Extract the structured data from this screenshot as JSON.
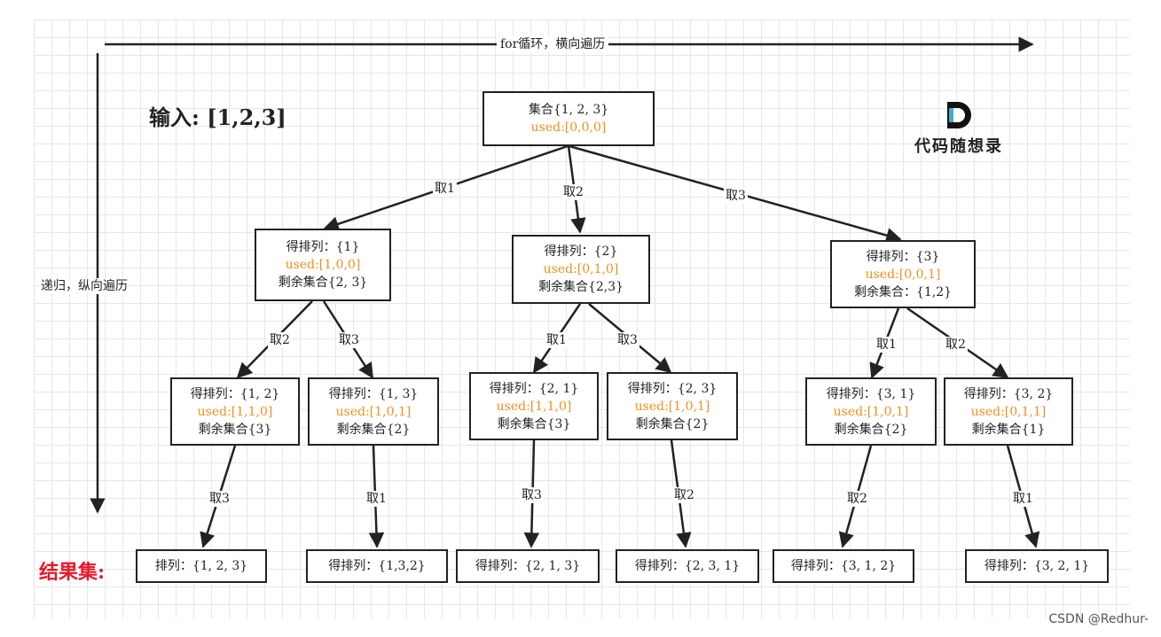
{
  "title": {
    "input_label": "输入: [1,2,3]",
    "result_label": "结果集:"
  },
  "axes": {
    "horizontal": "for循环，横向遍历",
    "vertical": "递归，纵向遍历"
  },
  "logo": {
    "text": "代码随想录",
    "colors": {
      "dark": "#111111",
      "teal": "#3fb0c9"
    }
  },
  "watermark": "CSDN @Redhur-",
  "colors": {
    "used": "#f0901f",
    "result_label": "#e8182b",
    "line": "#222222"
  },
  "nodes": {
    "root": {
      "line1": "集合{1, 2, 3}",
      "used": "used:[0,0,0]"
    },
    "l1_1": {
      "line1": "得排列：{1}",
      "used": "used:[1,0,0]",
      "line3": "剩余集合{2, 3}"
    },
    "l1_2": {
      "line1": "得排列：{2}",
      "used": "used:[0,1,0]",
      "line3": "剩余集合{2,3}"
    },
    "l1_3": {
      "line1": "得排列：{3}",
      "used": "used:[0,0,1]",
      "line3": "剩余集合：{1,2}"
    },
    "l2_12": {
      "line1": "得排列：{1, 2}",
      "used": "used:[1,1,0]",
      "line3": "剩余集合{3}"
    },
    "l2_13": {
      "line1": "得排列：{1, 3}",
      "used": "used:[1,0,1]",
      "line3": "剩余集合{2}"
    },
    "l2_21": {
      "line1": "得排列：{2, 1}",
      "used": "used:[1,1,0]",
      "line3": "剩余集合{3}"
    },
    "l2_23": {
      "line1": "得排列：{2, 3}",
      "used": "used:[1,0,1]",
      "line3": "剩余集合{2}"
    },
    "l2_31": {
      "line1": "得排列：{3, 1}",
      "used": "used:[1,0,1]",
      "line3": "剩余集合{2}"
    },
    "l2_32": {
      "line1": "得排列：{3, 2}",
      "used": "used:[0,1,1]",
      "line3": "剩余集合{1}"
    },
    "r_123": {
      "line1": "排列：{1, 2, 3}"
    },
    "r_132": {
      "line1": "得排列：{1,3,2}"
    },
    "r_213": {
      "line1": "得排列：{2, 1, 3}"
    },
    "r_231": {
      "line1": "得排列：{2, 3, 1}"
    },
    "r_312": {
      "line1": "得排列：{3, 1, 2}"
    },
    "r_321": {
      "line1": "得排列：{3, 2, 1}"
    }
  },
  "edges": {
    "root_l1_1": "取1",
    "root_l1_2": "取2",
    "root_l1_3": "取3",
    "l1_1_a": "取2",
    "l1_1_b": "取3",
    "l1_2_a": "取1",
    "l1_2_b": "取3",
    "l1_3_a": "取1",
    "l1_3_b": "取2",
    "l2_12_r": "取3",
    "l2_13_r": "取1",
    "l2_21_r": "取3",
    "l2_23_r": "取2",
    "l2_31_r": "取2",
    "l2_32_r": "取1"
  }
}
